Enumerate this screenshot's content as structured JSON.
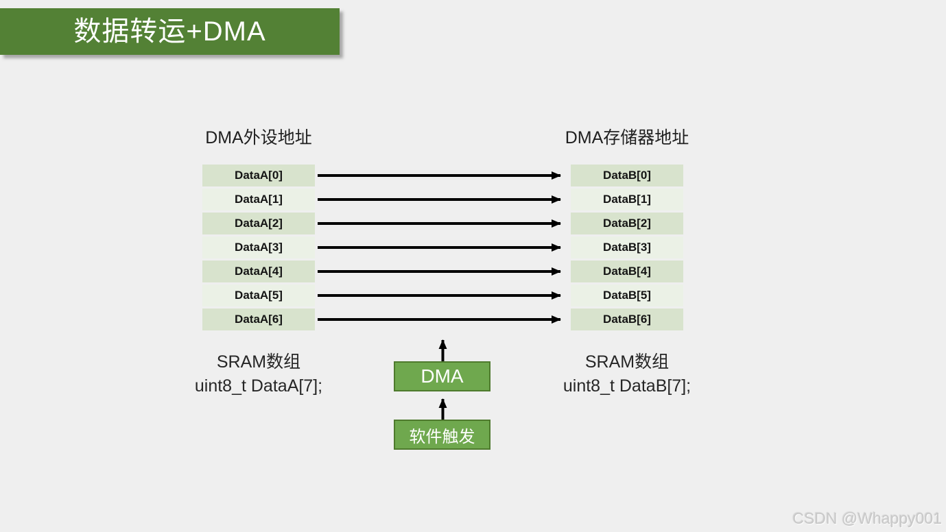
{
  "title": {
    "text": "数据转运+DMA",
    "bg_color": "#538135"
  },
  "diagram": {
    "row_colors": [
      "#d8e3cd",
      "#ebf1e6"
    ],
    "arrow_color": "#000000",
    "left": {
      "header": "DMA外设地址",
      "cells": [
        "DataA[0]",
        "DataA[1]",
        "DataA[2]",
        "DataA[3]",
        "DataA[4]",
        "DataA[5]",
        "DataA[6]"
      ],
      "footer_line1": "SRAM数组",
      "footer_line2": "uint8_t DataA[7];"
    },
    "right": {
      "header": "DMA存储器地址",
      "cells": [
        "DataB[0]",
        "DataB[1]",
        "DataB[2]",
        "DataB[3]",
        "DataB[4]",
        "DataB[5]",
        "DataB[6]"
      ],
      "footer_line1": "SRAM数组",
      "footer_line2": "uint8_t DataB[7];"
    },
    "dma_box": {
      "label": "DMA",
      "fill": "#6fa84e",
      "border": "#4e7a2d"
    },
    "trigger_box": {
      "label": "软件触发"
    }
  },
  "watermark": {
    "text": "CSDN @Whappy001"
  }
}
